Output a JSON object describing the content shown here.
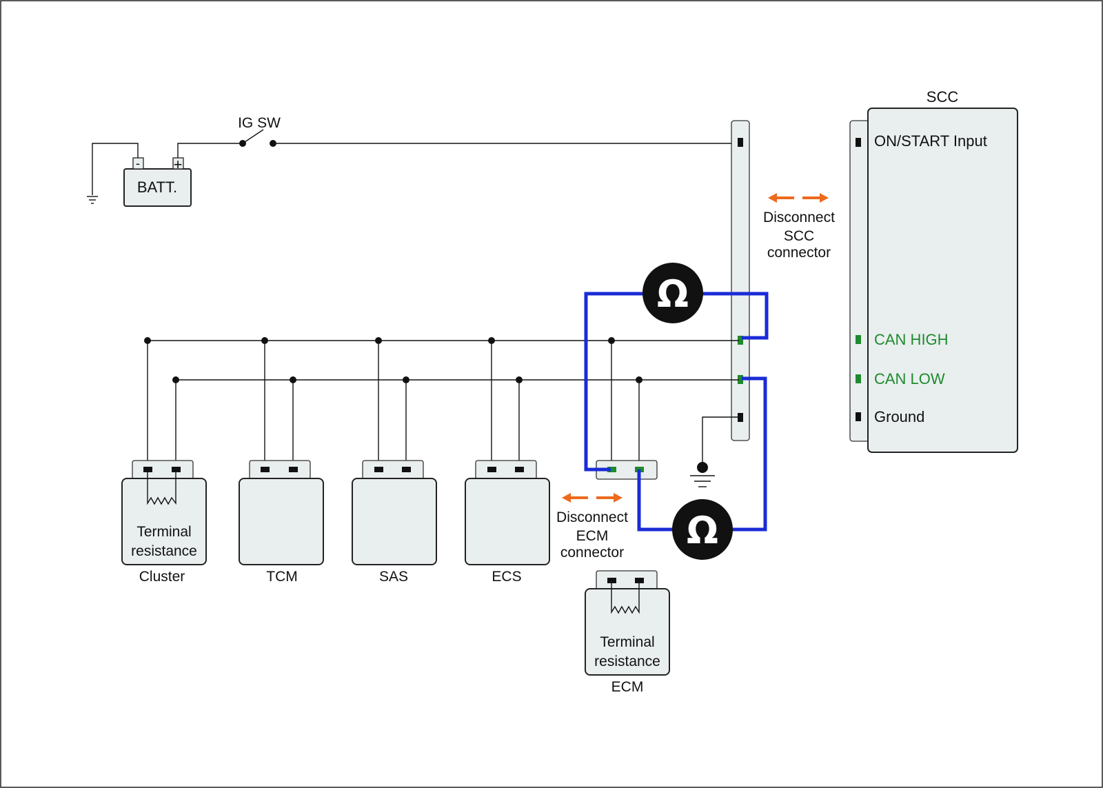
{
  "battery": {
    "label": "BATT.",
    "neg": "-",
    "pos": "+"
  },
  "ig_switch": {
    "label": "IG SW"
  },
  "scc": {
    "title": "SCC",
    "pins": {
      "on_start": "ON/START Input",
      "can_high": "CAN HIGH",
      "can_low": "CAN LOW",
      "ground": "Ground"
    }
  },
  "disconnect_scc": [
    "Disconnect",
    "SCC",
    "connector"
  ],
  "disconnect_ecm": [
    "Disconnect",
    "ECM",
    "connector"
  ],
  "modules": {
    "cluster": {
      "name": "Cluster",
      "inner": [
        "Terminal",
        "resistance"
      ]
    },
    "tcm": {
      "name": "TCM"
    },
    "sas": {
      "name": "SAS"
    },
    "ecs": {
      "name": "ECS"
    },
    "ecm": {
      "name": "ECM",
      "inner": [
        "Terminal",
        "resistance"
      ]
    }
  },
  "meter_symbol": "Ω",
  "colors": {
    "measurement_wire": "#1a2bd6",
    "can_pins": "#1e8a2e",
    "disconnect_arrow": "#ee6a1d"
  }
}
